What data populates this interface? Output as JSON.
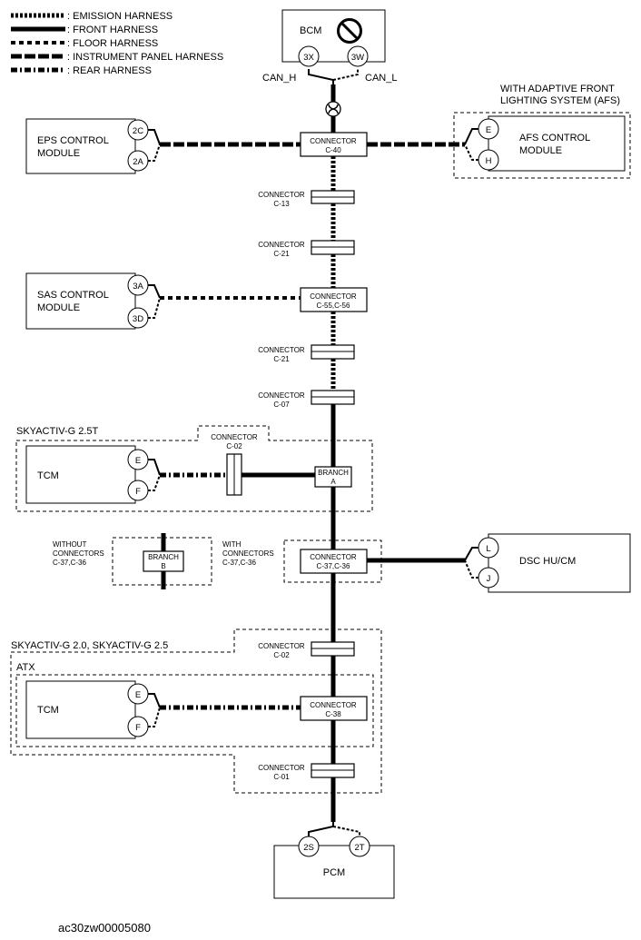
{
  "legend": {
    "emission": ": EMISSION HARNESS",
    "front": ": FRONT HARNESS",
    "floor": ": FLOOR HARNESS",
    "instrument": ": INSTRUMENT PANEL HARNESS",
    "rear": ": REAR HARNESS"
  },
  "bcm": {
    "label": "BCM",
    "pin_h": "3X",
    "pin_l": "3W",
    "can_h": "CAN_H",
    "can_l": "CAN_L"
  },
  "eps": {
    "line1": "EPS CONTROL",
    "line2": "MODULE",
    "pin1": "2C",
    "pin2": "2A"
  },
  "afs": {
    "group1": "WITH ADAPTIVE FRONT",
    "group2": "LIGHTING SYSTEM (AFS)",
    "line1": "AFS CONTROL",
    "line2": "MODULE",
    "pin1": "E",
    "pin2": "H"
  },
  "sas": {
    "line1": "SAS CONTROL",
    "line2": "MODULE",
    "pin1": "3A",
    "pin2": "3D"
  },
  "connectors": {
    "word": "CONNECTOR",
    "c40": "C-40",
    "c13": "C-13",
    "c21a": "C-21",
    "c5556": "C-55,C-56",
    "c21b": "C-21",
    "c07": "C-07",
    "c02top": "C-02",
    "c3736": "C-37,C-36",
    "c02": "C-02",
    "c38": "C-38",
    "c01": "C-01"
  },
  "tcm25t": {
    "group": "SKYACTIV-G 2.5T",
    "label": "TCM",
    "pin1": "E",
    "pin2": "F"
  },
  "branch_a": {
    "l1": "BRANCH",
    "l2": "A"
  },
  "branch_b": {
    "l1": "BRANCH",
    "l2": "B"
  },
  "without": {
    "l1": "WITHOUT",
    "l2": "CONNECTORS",
    "l3": "C-37,C-36"
  },
  "with": {
    "l1": "WITH",
    "l2": "CONNECTORS",
    "l3": "C-37,C-36"
  },
  "dsc": {
    "label": "DSC HU/CM",
    "pin1": "L",
    "pin2": "J"
  },
  "group20": "SKYACTIV-G 2.0, SKYACTIV-G 2.5",
  "atx": "ATX",
  "tcm2": {
    "label": "TCM",
    "pin1": "E",
    "pin2": "F"
  },
  "pcm": {
    "label": "PCM",
    "pin1": "2S",
    "pin2": "2T"
  },
  "figure_id": "ac30zw00005080"
}
